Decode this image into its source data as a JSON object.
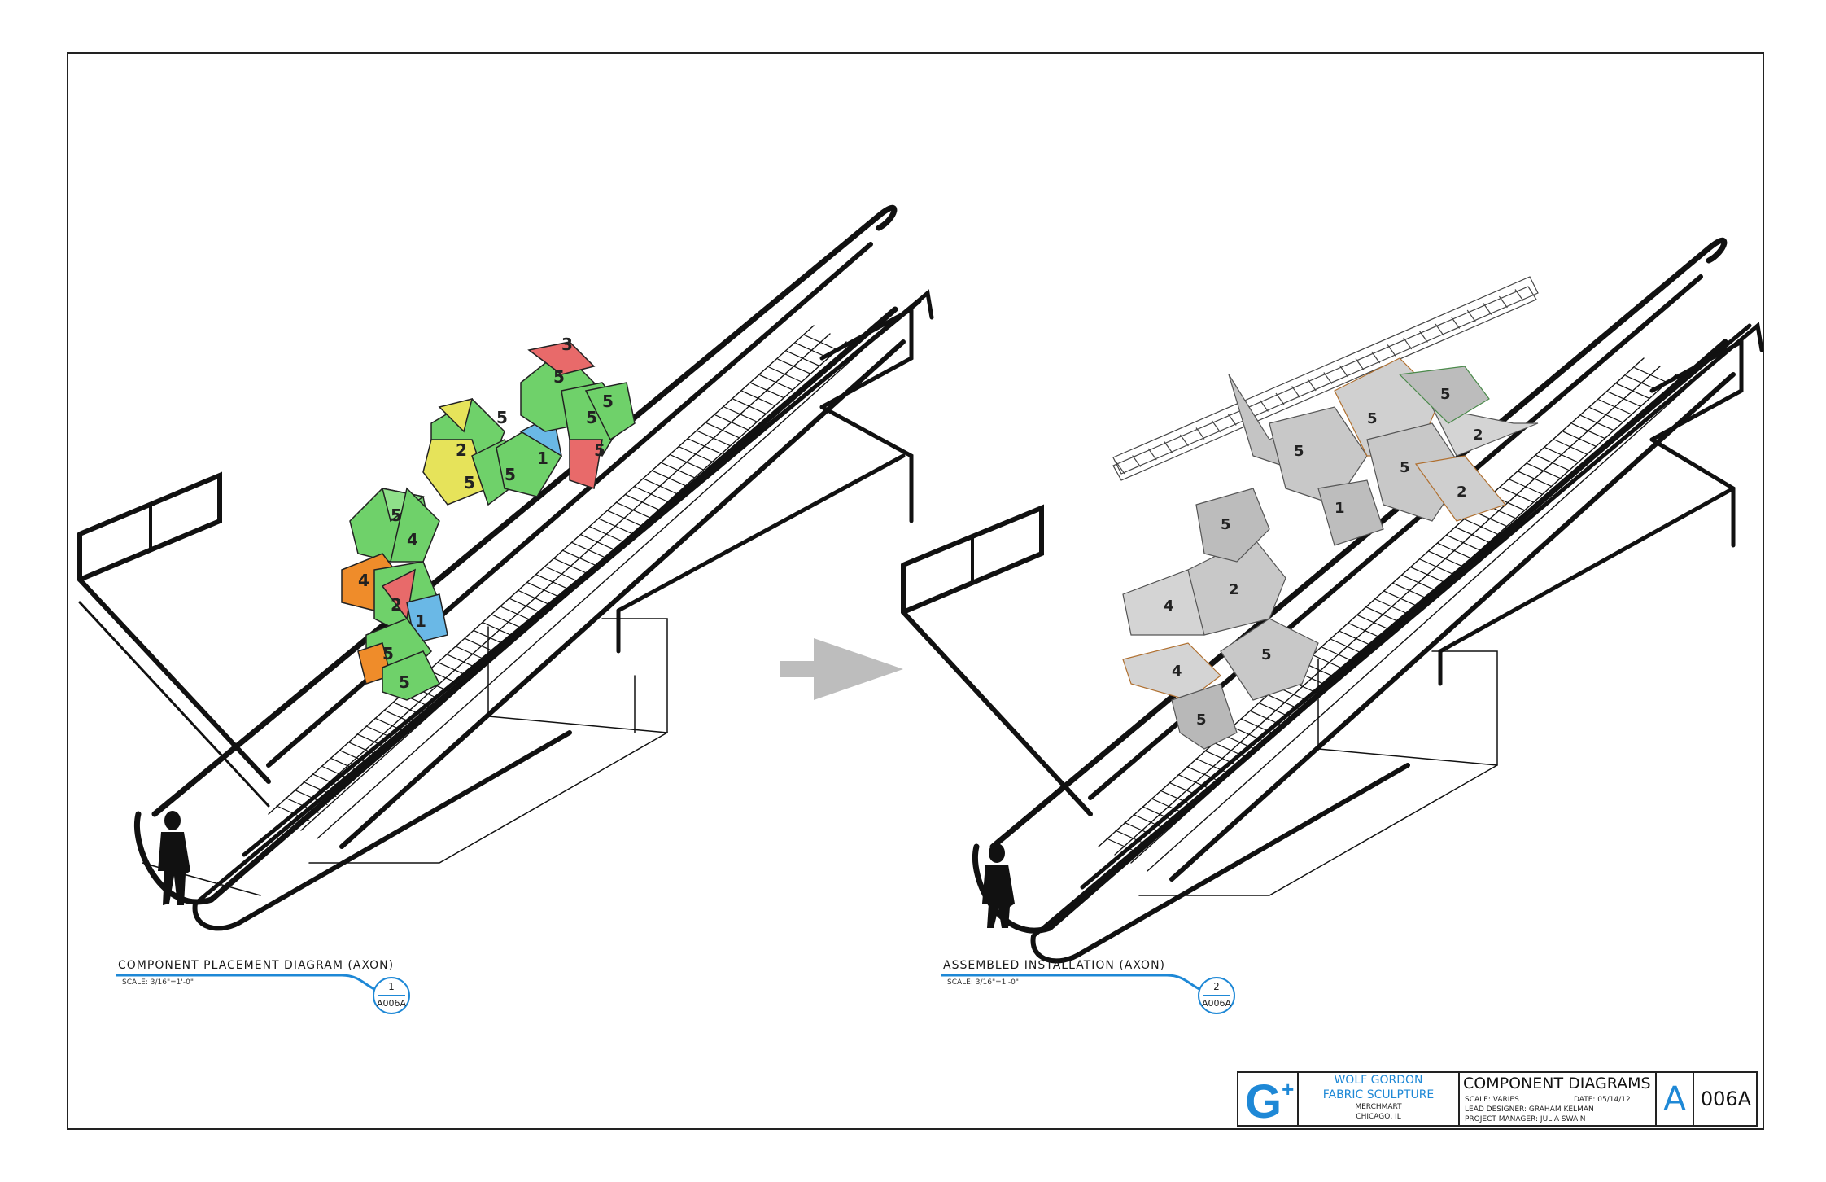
{
  "drawing_1": {
    "title": "COMPONENT PLACEMENT DIAGRAM  (AXON)",
    "scale": "SCALE: 3/16\"=1'-0\"",
    "detail_number": "1",
    "sheet_ref": "A006A"
  },
  "drawing_2": {
    "title": "ASSEMBLED INSTALLATION  (AXON)",
    "scale": "SCALE: 3/16\"=1'-0\"",
    "detail_number": "2",
    "sheet_ref": "A006A"
  },
  "title_block": {
    "logo": "G",
    "logo_sup": "+",
    "client_line1": "WOLF GORDON",
    "client_line2": "FABRIC SCULPTURE",
    "location_line1": "MERCHMART",
    "location_line2": "CHICAGO, IL",
    "sheet_title": "COMPONENT DIAGRAMS",
    "scale": "SCALE: VARIES",
    "date": "DATE: 05/14/12",
    "lead_designer": "LEAD DESIGNER: GRAHAM KELMAN",
    "project_manager": "PROJECT MANAGER: JULIA SWAIN",
    "sheet_letter": "A",
    "sheet_number": "006A"
  },
  "component_labels": [
    "5",
    "2",
    "4",
    "1",
    "3"
  ],
  "colors": {
    "accent_blue": "#1e88d6",
    "component_green": "#6fd16a",
    "component_yellow": "#e6e35a",
    "component_orange": "#ef8c2a",
    "component_red": "#e86a6a",
    "component_blue": "#6ab8e6",
    "assembled_gray": "#c8c8c8",
    "arrow_gray": "#bdbdbd"
  }
}
